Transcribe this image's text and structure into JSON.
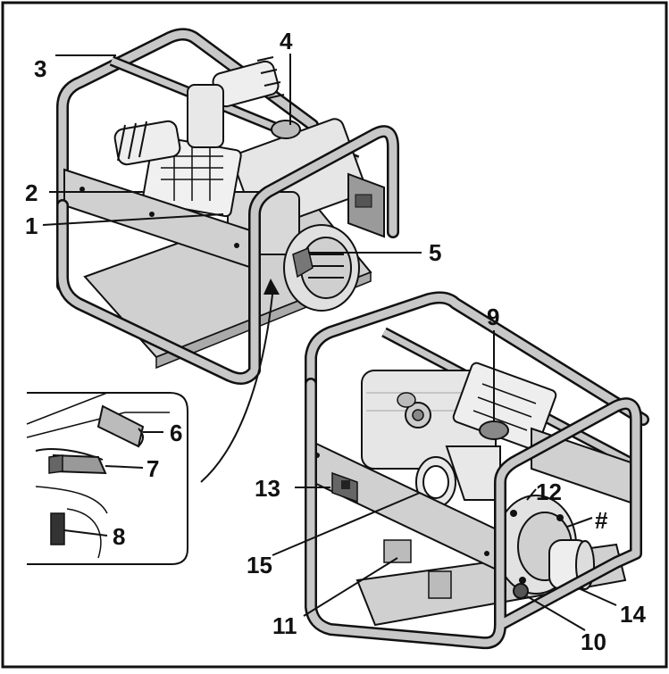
{
  "callouts": {
    "c1": "1",
    "c2": "2",
    "c3": "3",
    "c4": "4",
    "c5": "5",
    "c6": "6",
    "c7": "7",
    "c8": "8",
    "c9": "9",
    "c10": "10",
    "c11": "11",
    "c12": "12",
    "c13": "13",
    "c14": "14",
    "c15": "15",
    "hash": "#"
  },
  "colors": {
    "line": "#111111",
    "frame_gray": "#9a9a9a",
    "panel_gray": "#d0d0d0",
    "light_gray": "#e6e6e6"
  }
}
